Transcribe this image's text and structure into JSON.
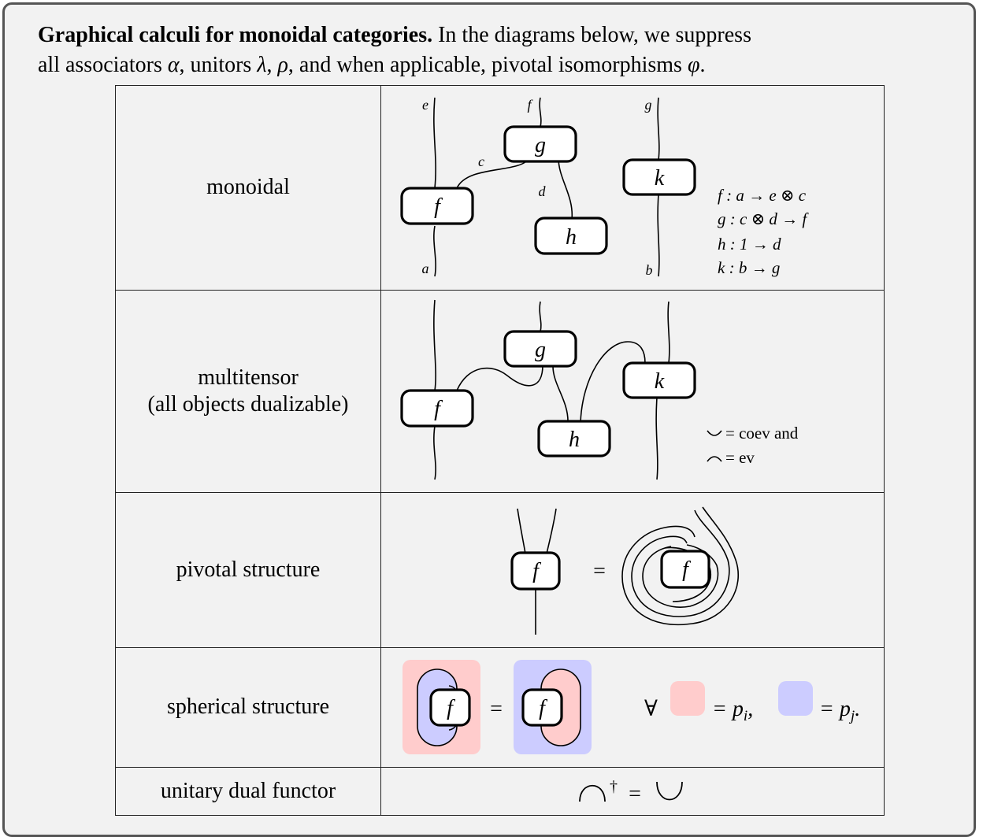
{
  "caption": {
    "title": "Graphical calculi for monoidal categories.",
    "line1_rest": " In the diagrams below, we suppress",
    "line2_a": "all associators ",
    "alpha": "α",
    "line2_b": ", unitors ",
    "lambda": "λ",
    "comma_rho": ", ",
    "rho": "ρ",
    "line2_c": ", and when applicable, pivotal isomorphisms ",
    "phi": "φ",
    "period": "."
  },
  "rows": [
    {
      "label": "monoidal",
      "boxes": {
        "f": "f",
        "g": "g",
        "h": "h",
        "k": "k"
      },
      "wires": {
        "e": "e",
        "f": "f",
        "g": "g",
        "c": "c",
        "d": "d",
        "a": "a",
        "b": "b"
      },
      "equations": [
        "f : a → e ⊗ c",
        "g : c ⊗ d → f",
        "h : 1 → d",
        "k : b → g"
      ]
    },
    {
      "label_line1": "multitensor",
      "label_line2": "(all objects dualizable)",
      "boxes": {
        "f": "f",
        "g": "g",
        "h": "h",
        "k": "k"
      },
      "notes": [
        "= coev and",
        "= ev"
      ]
    },
    {
      "label": "pivotal structure",
      "box": "f",
      "equals": "="
    },
    {
      "label": "spherical structure",
      "box": "f",
      "equals": "=",
      "forall": "∀",
      "eq_pi": "= p",
      "sub_i": "i",
      "comma": ",",
      "eq_pj": "= p",
      "sub_j": "j",
      "end": ".",
      "colors": {
        "red": "#ffcccc",
        "blue": "#ccccff"
      }
    },
    {
      "label": "unitary dual functor",
      "dagger": "†",
      "equals": "="
    }
  ]
}
